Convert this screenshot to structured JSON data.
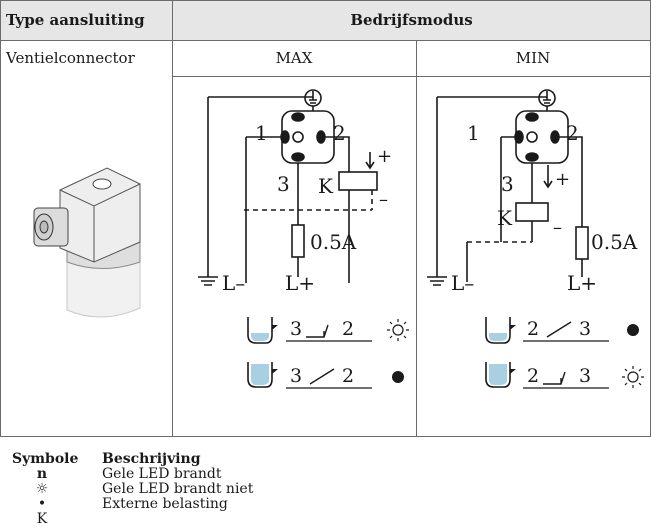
{
  "header": {
    "col1": "Type aansluiting",
    "col2": "Bedrijfsmodus"
  },
  "row": {
    "connector": "Ventielconnector",
    "max": "MAX",
    "min": "MIN"
  },
  "wiring": {
    "pin1": "1",
    "pin2": "2",
    "pin3": "3",
    "load": "K",
    "plus": "+",
    "minus": "–",
    "fuse": "0.5A",
    "l_minus": "L–",
    "l_plus": "L+"
  },
  "max_rows": [
    {
      "contact_a": "3",
      "contact_b": "2",
      "led": "sun"
    },
    {
      "contact_a": "3",
      "contact_b": "2",
      "led": "dot"
    }
  ],
  "min_rows": [
    {
      "contact_a": "2",
      "contact_b": "3",
      "led": "dot"
    },
    {
      "contact_a": "2",
      "contact_b": "3",
      "led": "sun"
    }
  ],
  "legend": {
    "col_symbol": "Symbole",
    "col_desc": "Beschrijving",
    "rows": [
      {
        "symbol": "n",
        "desc": "Gele LED brandt"
      },
      {
        "symbol": "☼",
        "desc": "Gele LED brandt niet"
      },
      {
        "symbol": "•",
        "desc": "Externe belasting"
      },
      {
        "symbol": "K",
        "desc": ""
      }
    ]
  },
  "colors": {
    "header_bg": "#e6e6e6",
    "water": "#a9cfe3",
    "line": "#1a1a1a"
  }
}
